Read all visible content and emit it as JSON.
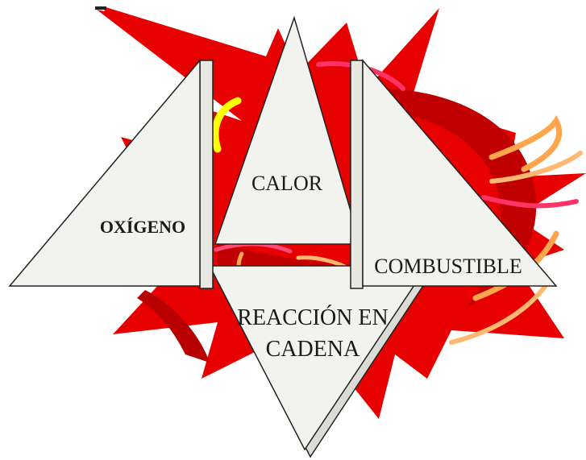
{
  "diagram": {
    "labels": {
      "oxygen": "OXÍGENO",
      "heat": "CALOR",
      "fuel": "COMBUSTIBLE",
      "chain_reaction_line1": "REACCIÓN EN",
      "chain_reaction_line2": "CADENA"
    },
    "colors": {
      "flame_red": "#e60000",
      "flame_dark": "#c00000",
      "flame_yellow": "#ffff00",
      "flame_pink": "#ff3366",
      "flame_orange": "#ffa64d",
      "panel_fill": "#f2f2ee",
      "panel_stroke": "#222222"
    }
  }
}
